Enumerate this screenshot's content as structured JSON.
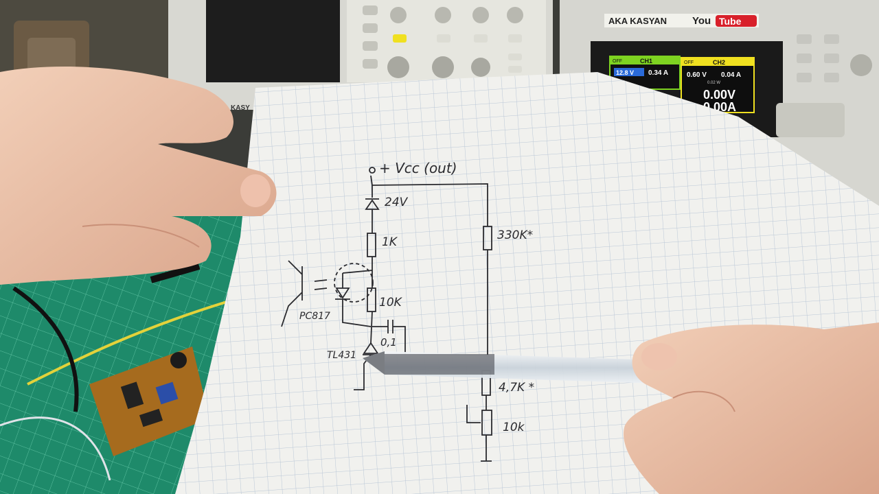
{
  "instrument": {
    "brand_label": "AKA KASYAN",
    "logo_you": "You",
    "logo_tube": "Tube",
    "ch1": {
      "label": "CH1",
      "state": "OFF",
      "voltage": "12.8 V",
      "current": "0.34 A"
    },
    "ch2": {
      "label": "CH2",
      "state": "OFF",
      "voltage": "0.60 V",
      "current": "0.04 A",
      "power": "0.02 W",
      "big_voltage": "0.00V",
      "big_current": "0.00A"
    }
  },
  "scope": {
    "brand_partial": "KASY"
  },
  "schematic": {
    "vcc_label": "+ Vcc (out)",
    "zener_label": "24V",
    "r1_label": "1K",
    "r2_label": "10K",
    "cap_label": "0,1",
    "r_top_label": "330K*",
    "r_mid_label": "4,7K *",
    "pot_label": "10k",
    "optocoupler_label": "PC817",
    "regulator_label": "TL431"
  },
  "colors": {
    "ch1_accent": "#7ed321",
    "ch2_accent": "#f0e020",
    "paper": "#f1f1ee",
    "grid": "#b9c6d6",
    "ink": "#2a2a2e",
    "pcb_mat": "#1e8a6a"
  }
}
